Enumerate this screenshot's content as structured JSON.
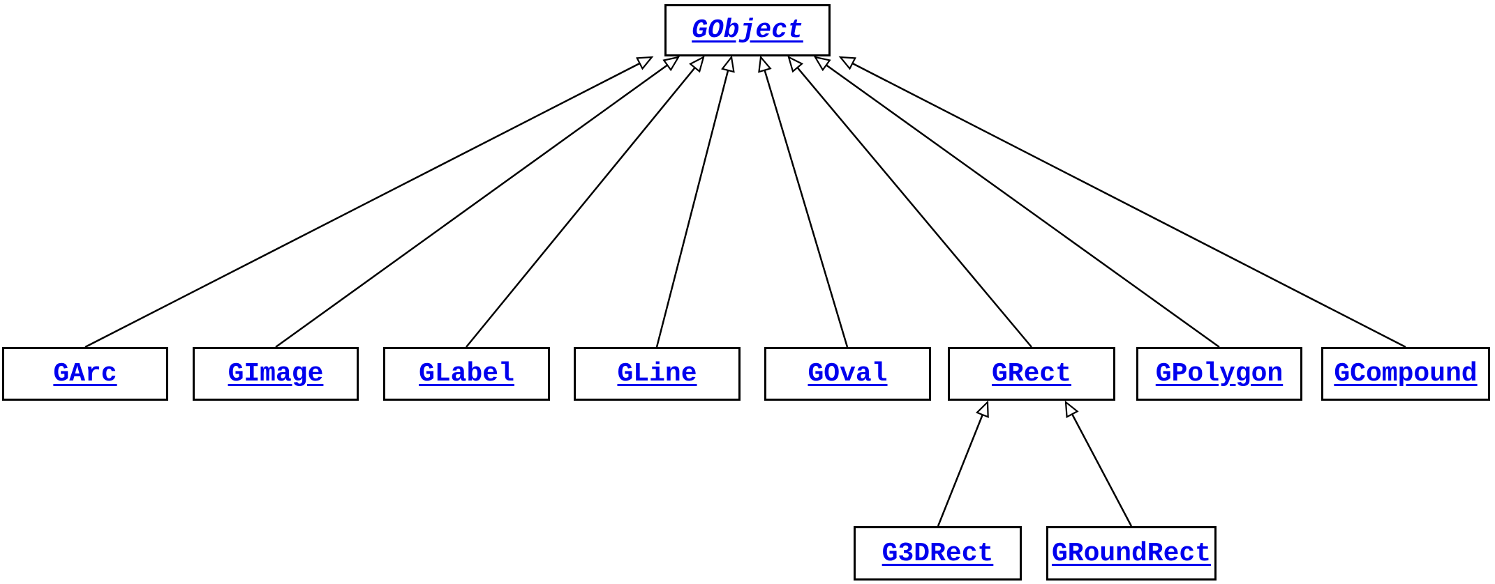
{
  "root": {
    "label": "GObject"
  },
  "subclasses": [
    {
      "label": "GArc"
    },
    {
      "label": "GImage"
    },
    {
      "label": "GLabel"
    },
    {
      "label": "GLine"
    },
    {
      "label": "GOval"
    },
    {
      "label": "GRect"
    },
    {
      "label": "GPolygon"
    },
    {
      "label": "GCompound"
    }
  ],
  "grect_subclasses": [
    {
      "label": "G3DRect"
    },
    {
      "label": "GRoundRect"
    }
  ],
  "relations": [
    {
      "child": "GArc",
      "parent": "GObject"
    },
    {
      "child": "GImage",
      "parent": "GObject"
    },
    {
      "child": "GLabel",
      "parent": "GObject"
    },
    {
      "child": "GLine",
      "parent": "GObject"
    },
    {
      "child": "GOval",
      "parent": "GObject"
    },
    {
      "child": "GRect",
      "parent": "GObject"
    },
    {
      "child": "GPolygon",
      "parent": "GObject"
    },
    {
      "child": "GCompound",
      "parent": "GObject"
    },
    {
      "child": "G3DRect",
      "parent": "GRect"
    },
    {
      "child": "GRoundRect",
      "parent": "GRect"
    }
  ],
  "colors": {
    "link_text": "#0000EE",
    "edge": "#000000",
    "box_border": "#000000",
    "background": "#FFFFFF"
  }
}
